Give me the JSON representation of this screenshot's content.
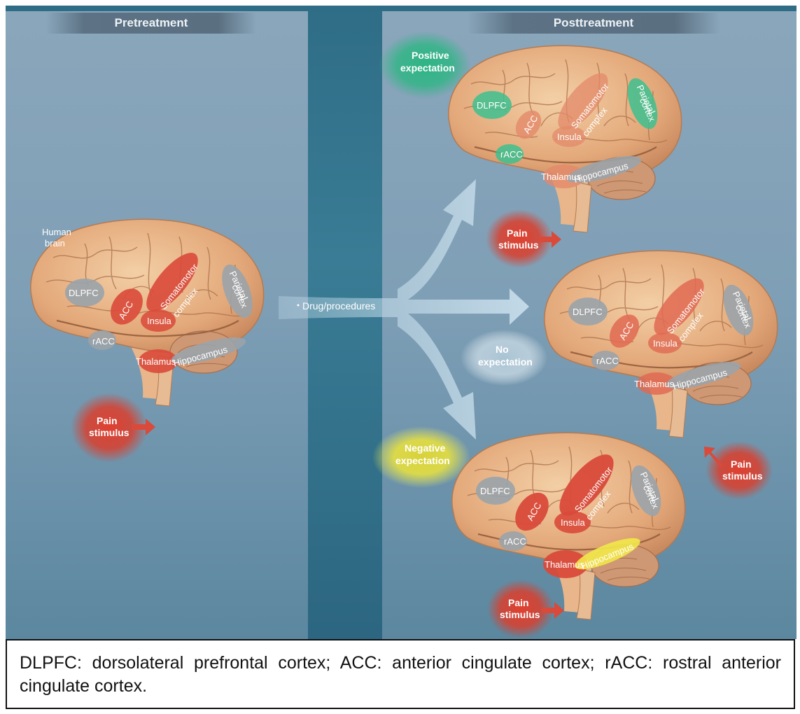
{
  "headers": {
    "pretreatment": "Pretreatment",
    "posttreatment": "Posttreatment"
  },
  "human_brain_label": "Human brain",
  "drug_label": "Drug/procedures",
  "expectations": {
    "positive": "Positive expectation",
    "none": "No expectation",
    "negative": "Negative expectation"
  },
  "pain_stimulus": "Pain stimulus",
  "regions": {
    "dlpfc": "DLPFC",
    "acc": "ACC",
    "racc": "rACC",
    "insula": "Insula",
    "thalamus": "Thalamus",
    "hippocampus": "Hippocampus",
    "somatomotor": "Somatomotor complex",
    "parietal": "Parietal cortex"
  },
  "colors": {
    "active_red": "#d94a3a",
    "inhibited_gray": "#9aa3aa",
    "positive_green": "#3dbf8f",
    "negative_yellow": "#f2e84a",
    "no_exp_white": "#e8eef2"
  },
  "caption": "DLPFC: dorsolateral prefrontal cortex; ACC: anterior cingulate cortex; rACC: rostral anterior cingulate cortex."
}
